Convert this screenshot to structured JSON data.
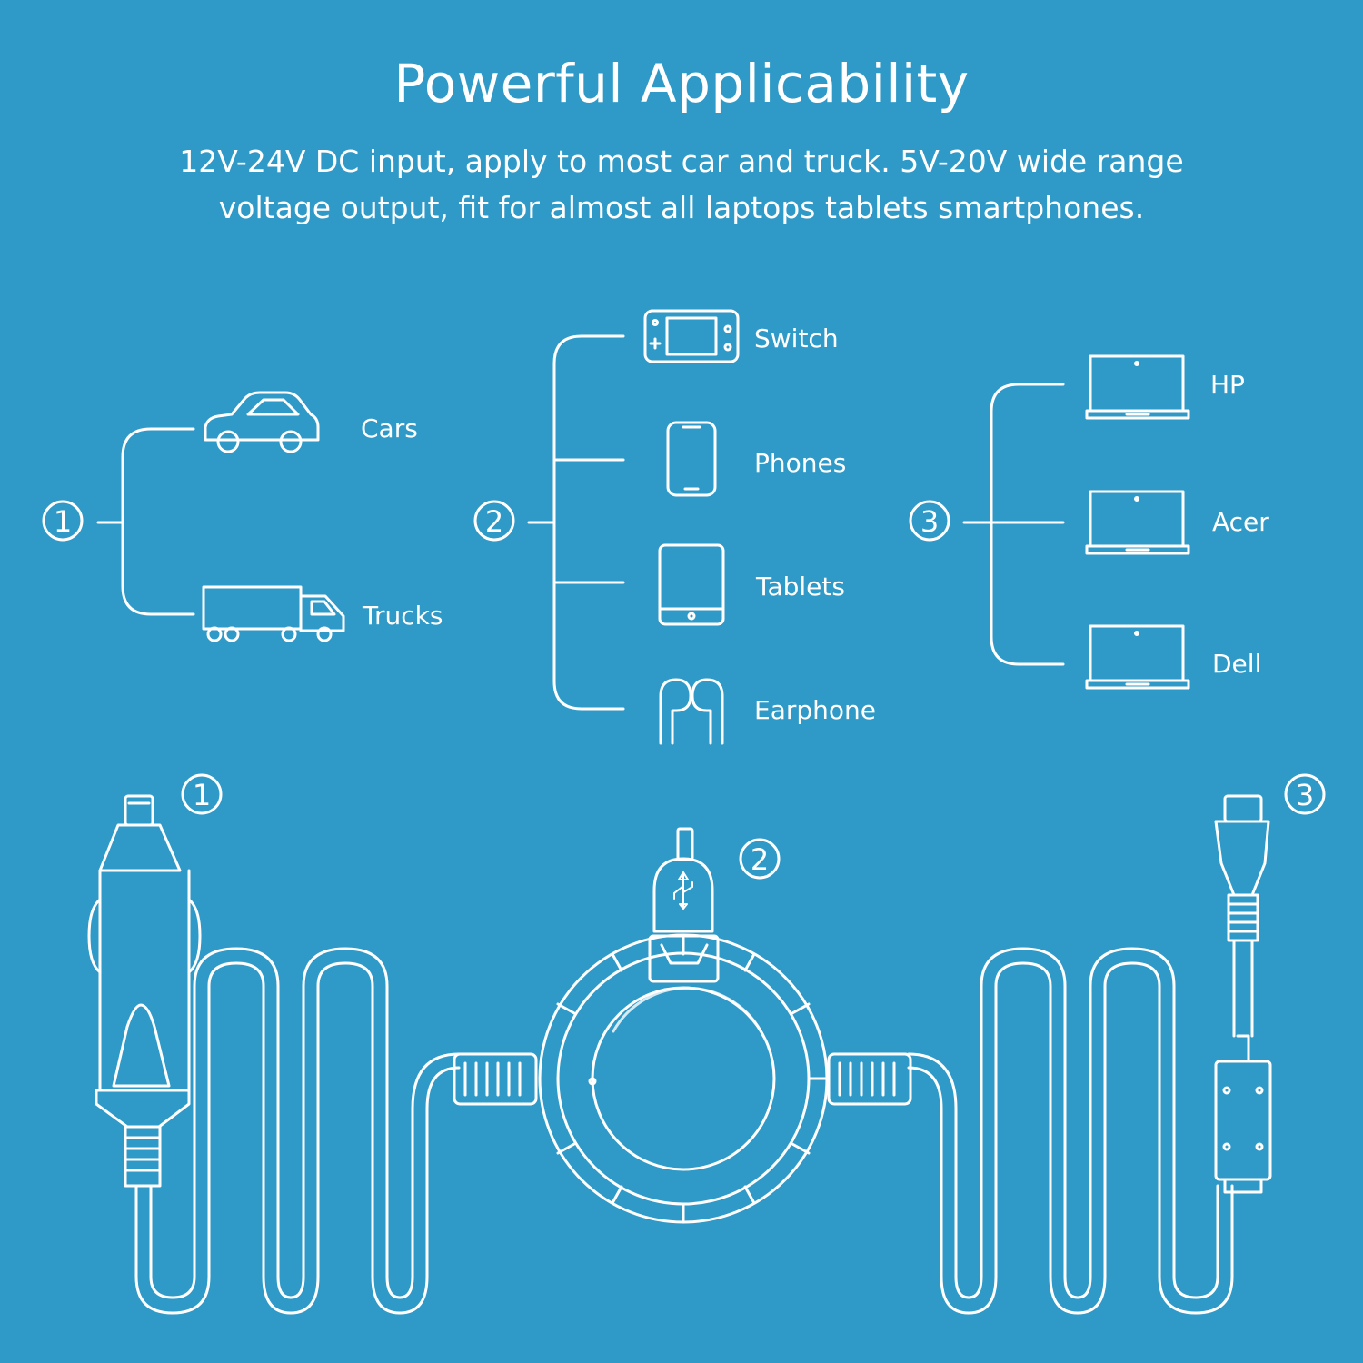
{
  "header": {
    "title": "Powerful Applicability",
    "subtitle_line1": "12V-24V DC input, apply to most car and truck. 5V-20V wide range",
    "subtitle_line2": "voltage output, fit for almost all laptops tablets smartphones."
  },
  "groups": [
    {
      "number": "1",
      "items": [
        {
          "label": "Cars",
          "icon": "car-icon"
        },
        {
          "label": "Trucks",
          "icon": "truck-icon"
        }
      ]
    },
    {
      "number": "2",
      "items": [
        {
          "label": "Switch",
          "icon": "game-console-icon"
        },
        {
          "label": "Phones",
          "icon": "phone-icon"
        },
        {
          "label": "Tablets",
          "icon": "tablet-icon"
        },
        {
          "label": "Earphone",
          "icon": "earphone-icon"
        }
      ]
    },
    {
      "number": "3",
      "items": [
        {
          "label": "HP",
          "icon": "laptop-icon"
        },
        {
          "label": "Acer",
          "icon": "laptop-icon"
        },
        {
          "label": "Dell",
          "icon": "laptop-icon"
        }
      ]
    }
  ],
  "cable_callouts": {
    "input_plug": "1",
    "usb_port": "2",
    "dc_plug": "3"
  },
  "colors": {
    "background": "#2f9ac7",
    "line": "#ffffff"
  }
}
